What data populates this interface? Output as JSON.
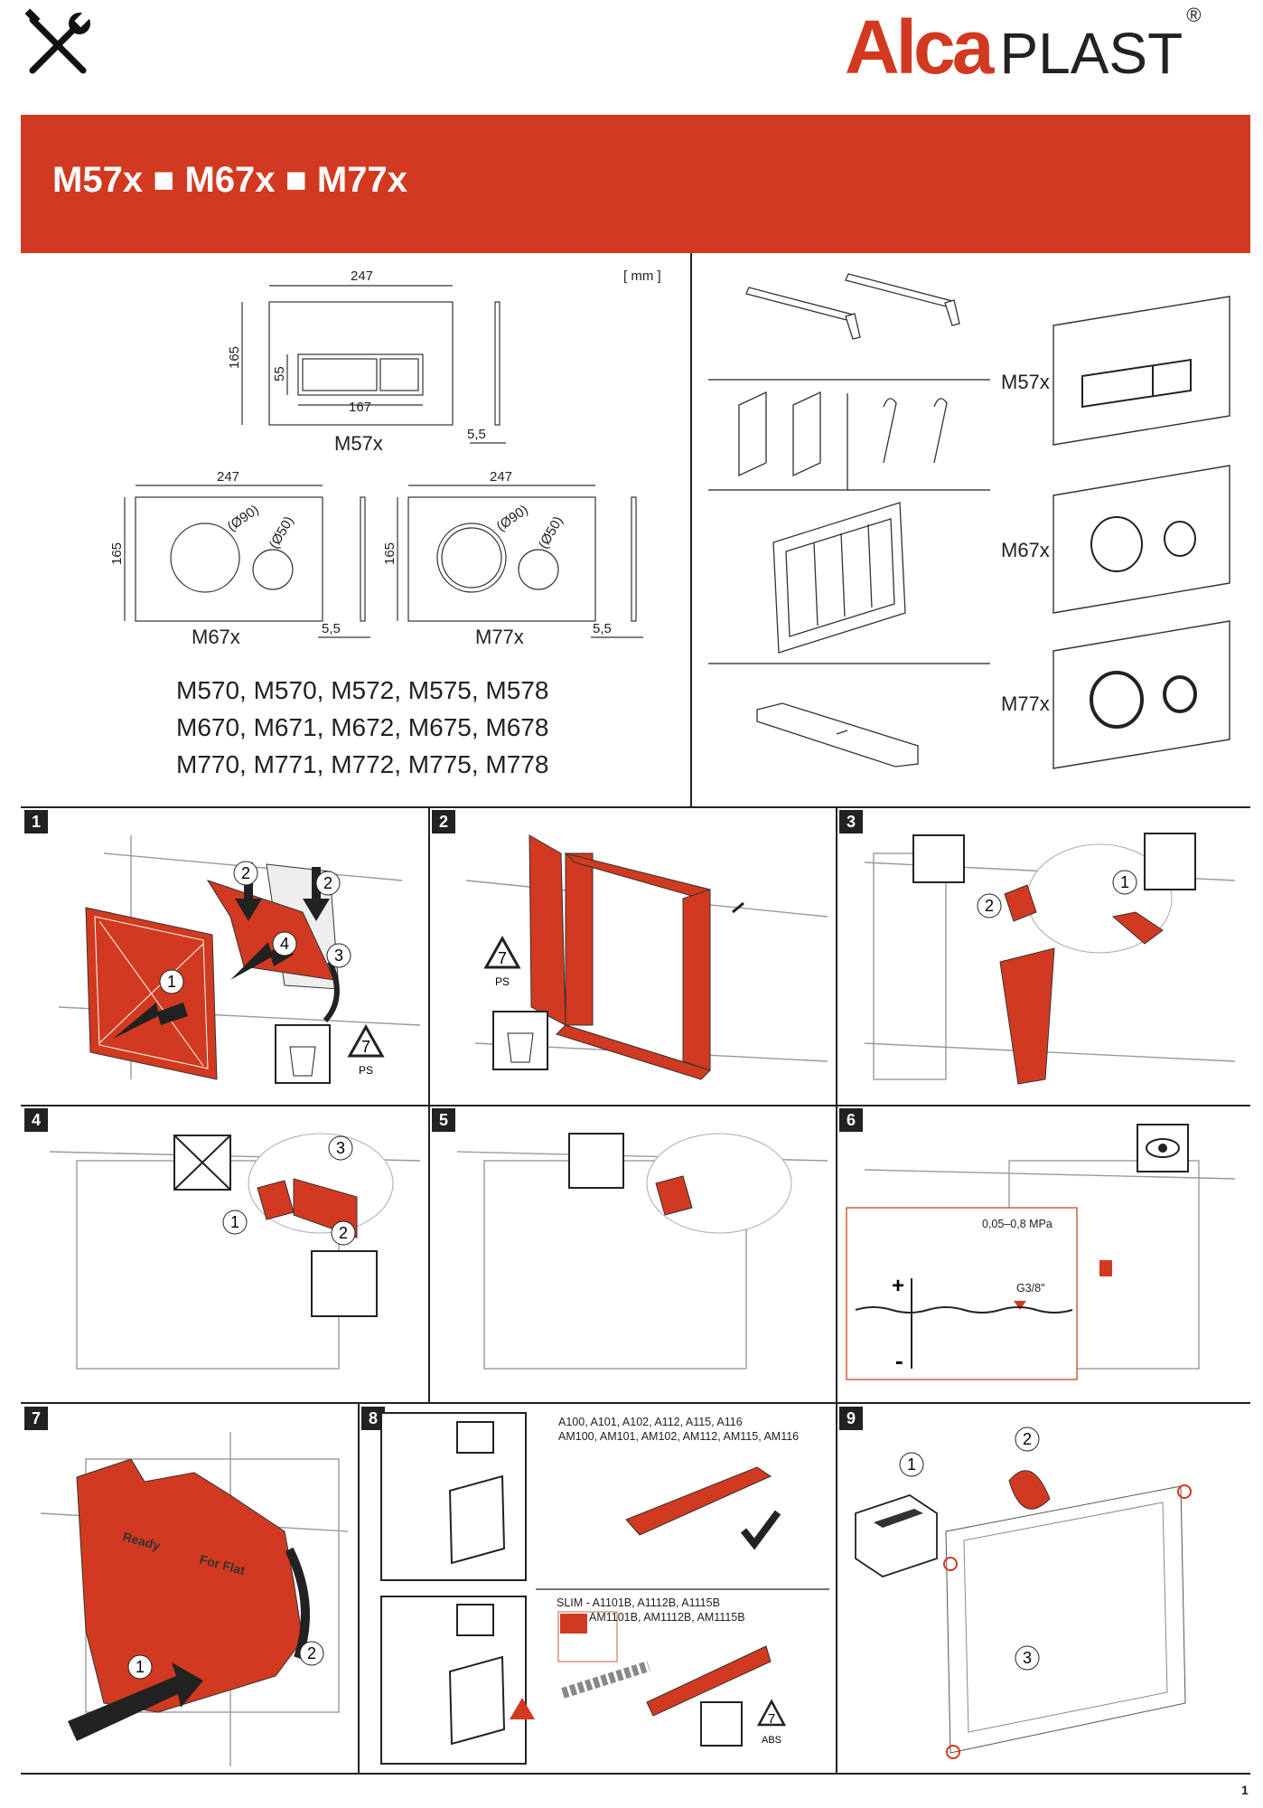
{
  "brand": {
    "name_part1": "Alca",
    "name_part2": "PLAST",
    "registered": "®",
    "color": "#d13a20"
  },
  "header": {
    "title": "M57x ■ M67x ■ M77x",
    "tools_icon": "wrench-screwdriver-icon"
  },
  "dimensions": {
    "unit": "[ mm ]",
    "m57x": {
      "label": "M57x",
      "width": "247",
      "height": "165",
      "button_width": "167",
      "button_height": "55",
      "thickness": "5,5"
    },
    "m67x": {
      "label": "M67x",
      "width": "247",
      "height": "165",
      "d1": "(Ø90)",
      "d2": "(Ø50)",
      "thickness": "5,5"
    },
    "m77x": {
      "label": "M77x",
      "width": "247",
      "height": "165",
      "d1": "(Ø90)",
      "d2": "(Ø50)",
      "thickness": "5,5"
    }
  },
  "models": [
    "M570, M570, M572, M575, M578",
    "M670, M671, M672, M675, M678",
    "M770, M771, M772, M775, M778"
  ],
  "parts": {
    "plates": [
      "M57x",
      "M67x",
      "M77x"
    ]
  },
  "steps": [
    {
      "num": "1",
      "recycle_code": "7",
      "recycle_material": "PS"
    },
    {
      "num": "2",
      "recycle_code": "7",
      "recycle_material": "PS"
    },
    {
      "num": "3"
    },
    {
      "num": "4"
    },
    {
      "num": "5"
    },
    {
      "num": "6",
      "pressure": "0,05–0,8 MPa",
      "thread": "G3/8\"",
      "plus": "+",
      "minus": "-"
    },
    {
      "num": "7",
      "cover_text_1": "Ready",
      "cover_text_2": "For Flat"
    },
    {
      "num": "8",
      "frames_line1": "A100, A101, A102, A112, A115, A116",
      "frames_line2": "AM100, AM101, AM102, AM112, AM115, AM116",
      "slim_line1": "SLIM - A1101B, A1112B, A1115B",
      "slim_line2": "AM1101B, AM1112B, AM1115B",
      "recycle_code": "7",
      "recycle_material": "ABS"
    },
    {
      "num": "9"
    }
  ],
  "callouts": [
    "1",
    "2",
    "3",
    "4"
  ],
  "page_number": "1"
}
